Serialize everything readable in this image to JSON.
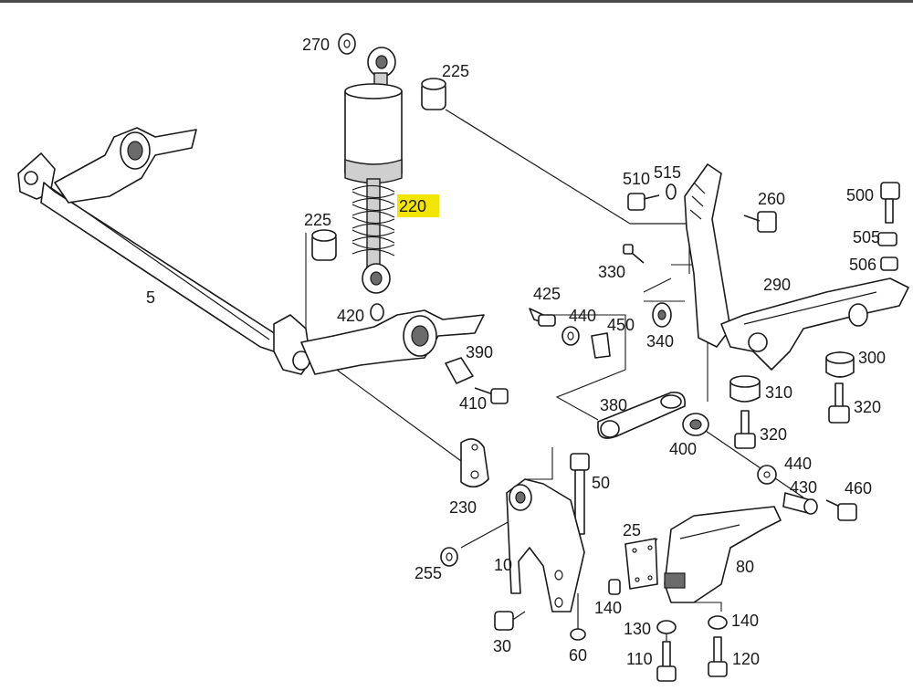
{
  "diagram": {
    "labels": {
      "p5": "5",
      "p10": "10",
      "p25": "25",
      "p30": "30",
      "p50": "50",
      "p60": "60",
      "p80": "80",
      "p110": "110",
      "p120": "120",
      "p130": "130",
      "p140a": "140",
      "p140b": "140",
      "p220": "220",
      "p225a": "225",
      "p225b": "225",
      "p230": "230",
      "p255": "255",
      "p260": "260",
      "p270": "270",
      "p290": "290",
      "p300": "300",
      "p310": "310",
      "p320a": "320",
      "p320b": "320",
      "p330": "330",
      "p340": "340",
      "p380": "380",
      "p390": "390",
      "p400": "400",
      "p410": "410",
      "p420": "420",
      "p425": "425",
      "p430": "430",
      "p440a": "440",
      "p440b": "440",
      "p450": "450",
      "p460": "460",
      "p500": "500",
      "p505": "505",
      "p506": "506",
      "p510": "510",
      "p515": "515"
    },
    "highlighted_part": "220",
    "highlight_color": "#f2e600"
  }
}
